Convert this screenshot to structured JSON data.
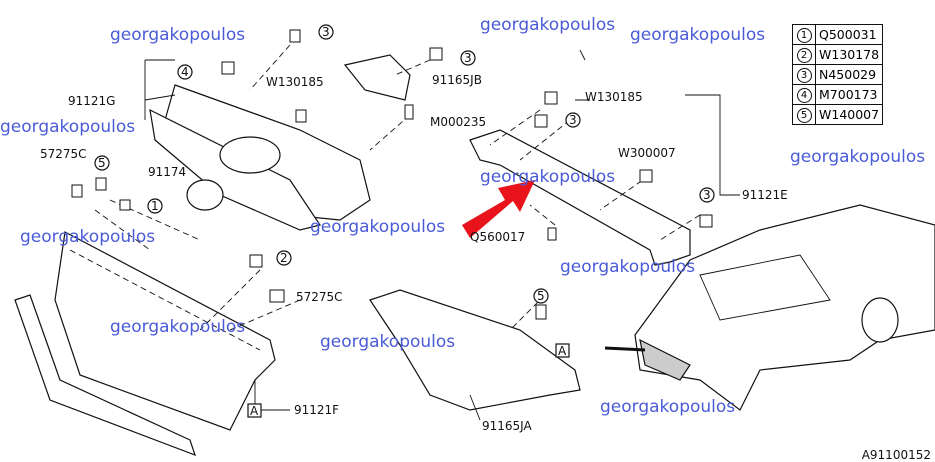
{
  "legend": [
    {
      "num": "1",
      "code": "Q500031"
    },
    {
      "num": "2",
      "code": "W130178"
    },
    {
      "num": "3",
      "code": "N450029"
    },
    {
      "num": "4",
      "code": "M700173"
    },
    {
      "num": "5",
      "code": "W140007"
    }
  ],
  "labels": {
    "w130185_a": "W130185",
    "p91165jb": "91165JB",
    "p91121g": "91121G",
    "m000235": "M000235",
    "p57275c_a": "57275C",
    "p91174": "91174",
    "w130185_b": "W130185",
    "w300007": "W300007",
    "p91121e": "91121E",
    "q560017": "Q560017",
    "p57275c_b": "57275C",
    "p91121f": "91121F",
    "p91165ja": "91165JA",
    "a1": "A",
    "a2": "A"
  },
  "callouts": [
    "1",
    "2",
    "3",
    "4",
    "5"
  ],
  "watermark": "georgakopoulos",
  "reference": "A91100152",
  "colors": {
    "arrow": "#e8131b",
    "watermark": "#4a5bd8"
  }
}
